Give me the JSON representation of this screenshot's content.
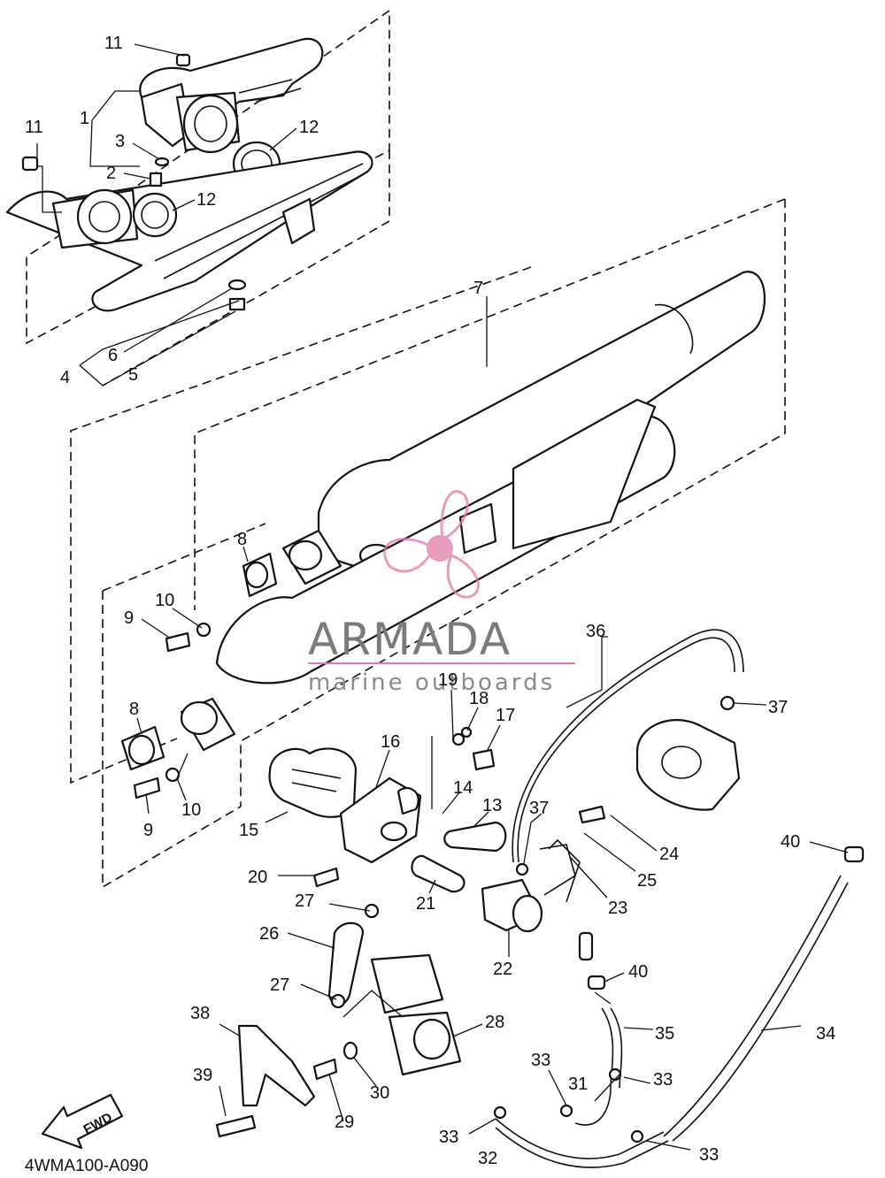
{
  "diagram_code": "4WMA100-A090",
  "watermark": {
    "brand": "ARMADA",
    "tagline": "marine outboards",
    "brand_color": "#e07aa8",
    "text_color": "#7a7a7a"
  },
  "fwd_label": "FWD",
  "callouts": {
    "p1": "1",
    "p2": "2",
    "p3": "3",
    "p4": "4",
    "p5": "5",
    "p6": "6",
    "p7": "7",
    "p8a": "8",
    "p8b": "8",
    "p9a": "9",
    "p9b": "9",
    "p10a": "10",
    "p10b": "10",
    "p11a": "11",
    "p11b": "11",
    "p12a": "12",
    "p12b": "12",
    "p13": "13",
    "p14": "14",
    "p15": "15",
    "p16": "16",
    "p17": "17",
    "p18": "18",
    "p19": "19",
    "p20": "20",
    "p21": "21",
    "p22": "22",
    "p23": "23",
    "p24": "24",
    "p25": "25",
    "p26": "26",
    "p27a": "27",
    "p27b": "27",
    "p28": "28",
    "p29": "29",
    "p30": "30",
    "p31": "31",
    "p32": "32",
    "p33a": "33",
    "p33b": "33",
    "p33c": "33",
    "p33d": "33",
    "p34": "34",
    "p35": "35",
    "p36": "36",
    "p37a": "37",
    "p37b": "37",
    "p38": "38",
    "p39": "39",
    "p40a": "40",
    "p40b": "40"
  }
}
